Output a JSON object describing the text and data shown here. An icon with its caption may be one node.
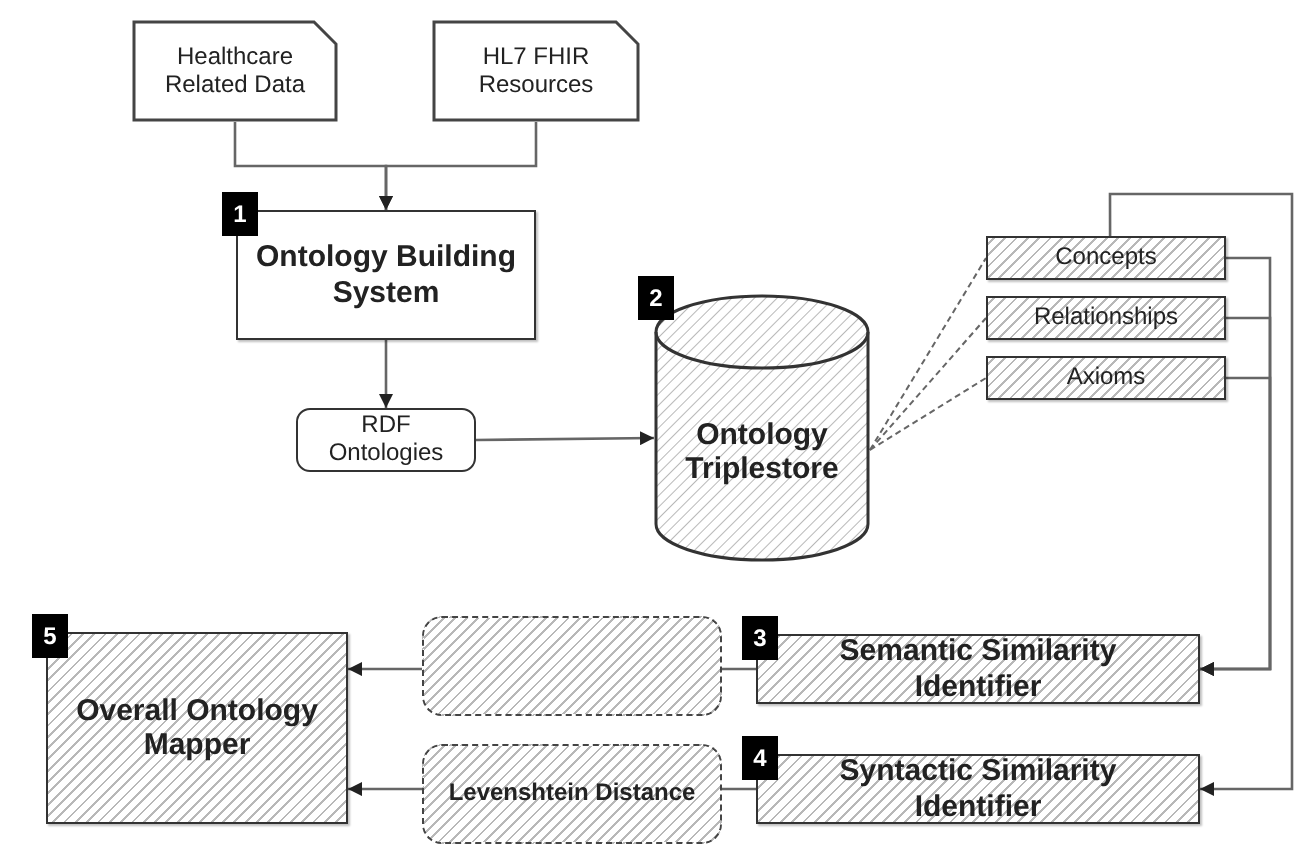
{
  "diagram": {
    "nodes": [
      {
        "text": [
          "Healthcare Related Data"
        ]
      },
      {
        "text": [
          "HL7 FHIR Resources"
        ]
      },
      {
        "text": [
          "1",
          "Ontology Building System"
        ]
      },
      {
        "text": [
          "RDF Ontologies"
        ]
      },
      {
        "text": [
          "2",
          "Ontology Triplestore"
        ]
      },
      {
        "text": [
          "Concepts"
        ]
      },
      {
        "text": [
          "Relationships"
        ]
      },
      {
        "text": [
          "Axioms"
        ]
      },
      {
        "text": [
          "5",
          "Overall Ontology Mapper"
        ]
      },
      {
        "text": [],
        "shape": "box"
      },
      {
        "text": [
          "3",
          "Semantic Similarity Identifier"
        ]
      },
      {
        "text": [
          "Levenshtein Distance"
        ]
      },
      {
        "text": [
          "4",
          "Syntactic Similarity Identifier"
        ]
      }
    ],
    "edges": [
      {
        "from": 0,
        "to": 2,
        "arrow": "to"
      },
      {
        "from": 1,
        "to": 2,
        "arrow": "to"
      },
      {
        "from": 2,
        "to": 3,
        "arrow": "to"
      },
      {
        "from": 3,
        "to": 4,
        "arrow": "to"
      },
      {
        "from": 4,
        "to": 5,
        "arrow": "none",
        "style": "dashed"
      },
      {
        "from": 4,
        "to": 6,
        "arrow": "none",
        "style": "dashed"
      },
      {
        "from": 4,
        "to": 7,
        "arrow": "none",
        "style": "dashed"
      },
      {
        "from": 5,
        "to": 10,
        "arrow": "to"
      },
      {
        "from": 6,
        "to": 10,
        "arrow": "to"
      },
      {
        "from": 7,
        "to": 10,
        "arrow": "to"
      },
      {
        "from": 5,
        "to": 12,
        "arrow": "to"
      },
      {
        "from": 10,
        "to": 9,
        "arrow": "none"
      },
      {
        "from": 9,
        "to": 8,
        "arrow": "to"
      },
      {
        "from": 12,
        "to": 11,
        "arrow": "none"
      },
      {
        "from": 11,
        "to": 8,
        "arrow": "to"
      }
    ]
  }
}
